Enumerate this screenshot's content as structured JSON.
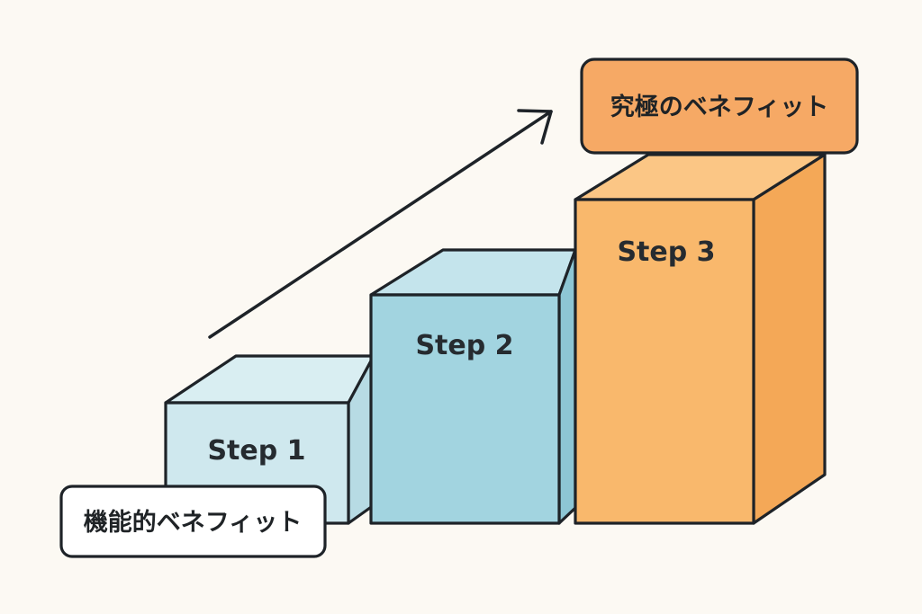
{
  "steps": [
    {
      "label": "Step 1",
      "front_color": "#cfe8ee",
      "top_color": "#d9eef2",
      "side_color": "#b7dbe4"
    },
    {
      "label": "Step 2",
      "front_color": "#a2d4e0",
      "top_color": "#c4e4ec",
      "side_color": "#8dc6d4"
    },
    {
      "label": "Step 3",
      "front_color": "#f9b86c",
      "top_color": "#fbc685",
      "side_color": "#f4a857"
    }
  ],
  "callouts": {
    "bottom": {
      "text": "機能的ベネフィット",
      "fill": "#ffffff"
    },
    "top": {
      "text": "究極のベネフィット",
      "fill": "#f6a965"
    }
  },
  "colors": {
    "background": "#fcf9f3",
    "outline": "#1e2328",
    "arrow": "#1e2328"
  },
  "icons": {
    "arrow": "trend-arrow-icon"
  }
}
